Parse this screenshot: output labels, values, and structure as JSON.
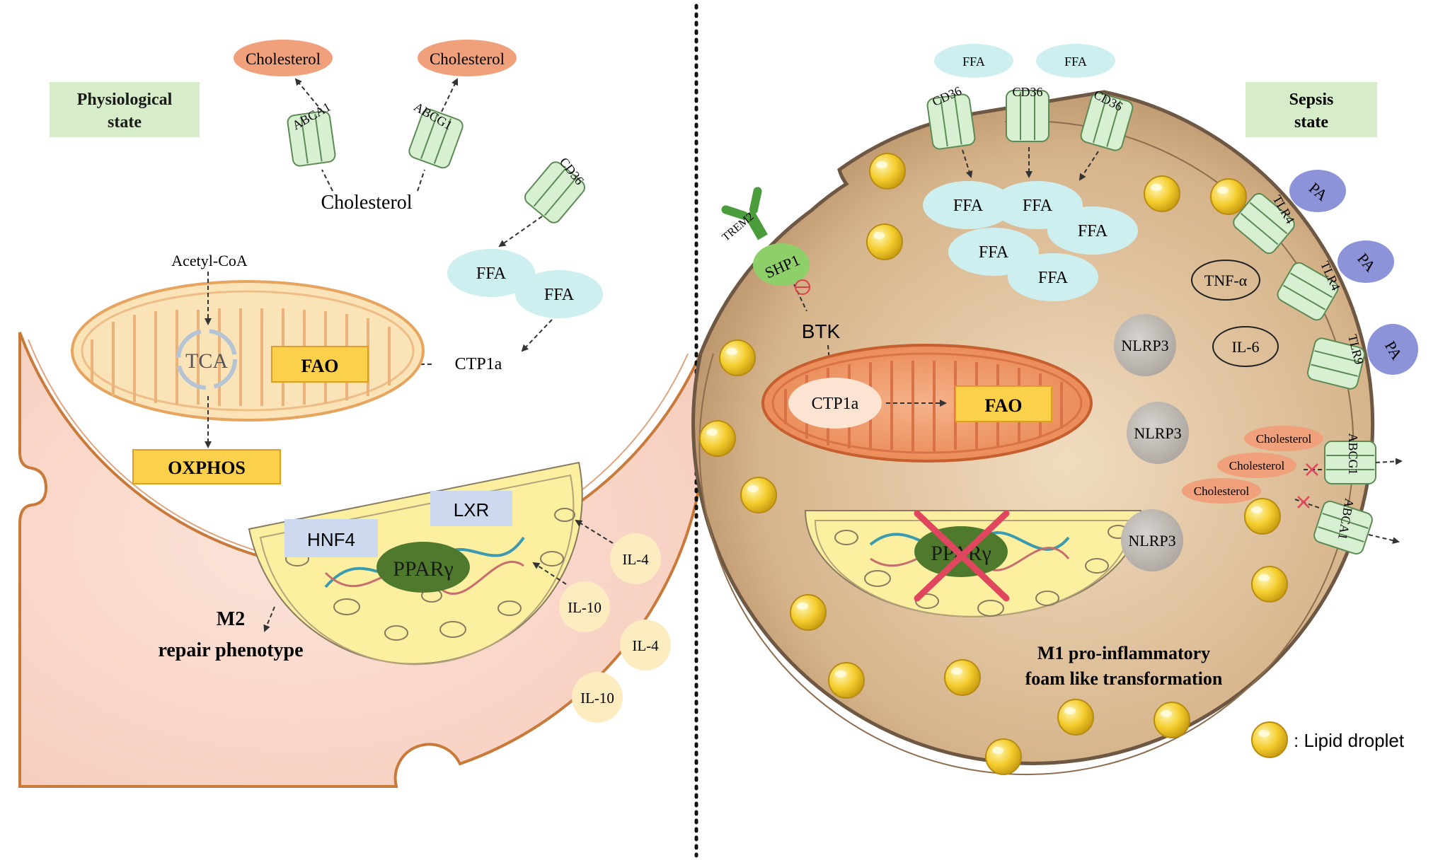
{
  "left_panel": {
    "state_label_line1": "Physiological",
    "state_label_line2": "state",
    "cholesterol_out_1": "Cholesterol",
    "cholesterol_out_2": "Cholesterol",
    "abca1": "ABCA1",
    "abcg1": "ABCG1",
    "cholesterol_inner": "Cholesterol",
    "cd36": "CD36",
    "ffa_1": "FFA",
    "ffa_2": "FFA",
    "acetyl_coa": "Acetyl-CoA",
    "tca": "TCA",
    "fao": "FAO",
    "ctp1a": "CTP1a",
    "oxphos": "OXPHOS",
    "hnf4": "HNF4",
    "lxr": "LXR",
    "ppar": "PPARγ",
    "il4_a": "IL-4",
    "il10_a": "IL-10",
    "il4_b": "IL-4",
    "il10_b": "IL-10",
    "m2_line1": "M2",
    "m2_line2": "repair phenotype"
  },
  "right_panel": {
    "state_label_line1": "Sepsis",
    "state_label_line2": "state",
    "ffa_out_1": "FFA",
    "ffa_out_2": "FFA",
    "cd36_1": "CD36",
    "cd36_2": "CD36",
    "cd36_3": "CD36",
    "ffa_in": [
      "FFA",
      "FFA",
      "FFA",
      "FFA",
      "FFA"
    ],
    "trem2": "TREM2",
    "shp1": "SHP1",
    "btk": "BTK",
    "ctp1a": "CTP1a",
    "fao": "FAO",
    "nlrp3": [
      "NLRP3",
      "NLRP3",
      "NLRP3"
    ],
    "tnf": "TNF-α",
    "il6": "IL-6",
    "pa": [
      "PA",
      "PA",
      "PA"
    ],
    "tlr4_1": "TLR4",
    "tlr4_2": "TLR4",
    "tlr9": "TLR9",
    "cholesterol": [
      "Cholesterol",
      "Cholesterol",
      "Cholesterol"
    ],
    "abcg1": "ABCG1",
    "abca1": "ABCA1",
    "ppar": "PPARγ",
    "m1_line1": "M1 pro-inflammatory",
    "m1_line2": "foam like transformation",
    "legend_label": ": Lipid droplet"
  },
  "colors": {
    "state_label_bg": "#d7ecc9",
    "cell_left": "#f8d5c8",
    "cell_right": "#c9a57a",
    "membrane": "#c97a3a",
    "ffa_bubble": "#cdeff0",
    "fao_box": "#fbd04a",
    "lipid_droplet": "#f3c62b",
    "nlrp3": "#c2bdb9",
    "pa": "#8c93d8",
    "transporter": "#d8f0d2"
  }
}
